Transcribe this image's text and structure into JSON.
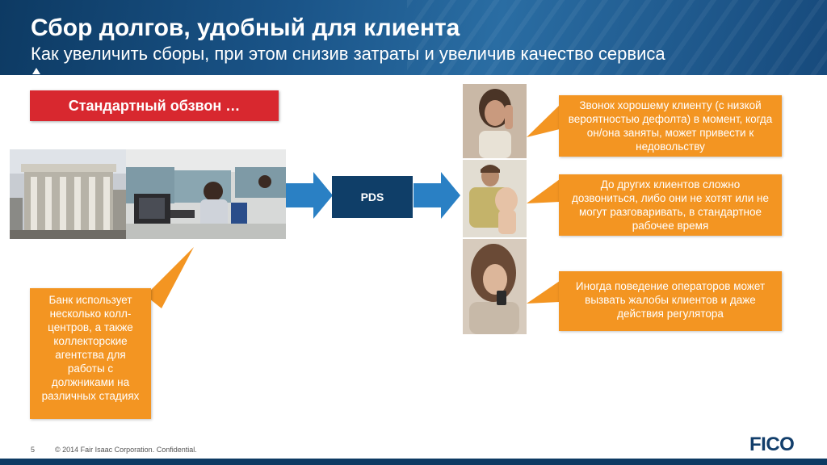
{
  "header": {
    "title": "Сбор долгов, удобный для клиента",
    "subtitle": "Как увеличить сборы, при этом снизив затраты и увеличив качество сервиса"
  },
  "label": "Стандартный обзвон …",
  "pds": "PDS",
  "left_callout": "Банк использует несколько колл-центров, а также коллекторские агентства для работы с должниками на различных стадиях",
  "right_callouts": [
    "Звонок хорошему клиенту (с низкой вероятностью дефолта) в момент, когда он/она заняты, может привести к недовольству",
    "До других клиентов сложно дозвониться, либо они не хотят или не могут разговаривать, в стандартное рабочее время",
    "Иногда поведение операторов может вызвать жалобы клиентов и даже действия регулятора"
  ],
  "footer": {
    "page": "5",
    "copyright": "© 2014 Fair Isaac Corporation. Confidential.",
    "logo": "FICO"
  },
  "colors": {
    "header_blue": "#1a5488",
    "label_red": "#d8282f",
    "callout_orange": "#f39522",
    "arrow_blue": "#2a80c4",
    "pds_navy": "#0f3e68"
  }
}
